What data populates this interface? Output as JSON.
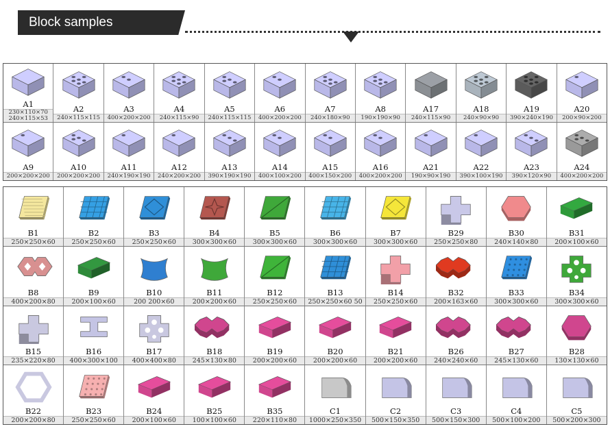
{
  "header": {
    "title": "Block samples"
  },
  "colors": {
    "header_bg": "#2b2b2b",
    "block_lavender": "#b9b8e8",
    "paver_yellow": "#f4e79e",
    "paver_blue": "#2f8fd8",
    "paver_brown": "#b4574f",
    "paver_green": "#3fa83a",
    "paver_magenta": "#d0468e",
    "paver_pink": "#f2aaa8"
  },
  "hollow_blocks": {
    "rows": [
      [
        {
          "code": "A1",
          "size": "230×110×70",
          "size2": "240×115×53",
          "icon": "solid-brick-icon"
        },
        {
          "code": "A2",
          "size": "240×115×115",
          "icon": "multi-hole-brick-icon"
        },
        {
          "code": "A3",
          "size": "400×200×200",
          "icon": "round-hole-block-icon"
        },
        {
          "code": "A4",
          "size": "240×115×90",
          "icon": "six-hole-brick-icon"
        },
        {
          "code": "A5",
          "size": "240×115×115",
          "icon": "perforated-brick-icon"
        },
        {
          "code": "A6",
          "size": "400×200×200",
          "icon": "two-cell-block-icon"
        },
        {
          "code": "A7",
          "size": "240×180×90",
          "icon": "perforated-block-icon"
        },
        {
          "code": "A8",
          "size": "190×190×90",
          "icon": "square-perforated-block-icon"
        },
        {
          "code": "A17",
          "size": "240×115×90",
          "icon": "grey-brick-icon"
        },
        {
          "code": "A18",
          "size": "240×90×90",
          "icon": "grey-hole-brick-icon"
        },
        {
          "code": "A19",
          "size": "390×240×190",
          "icon": "dark-block-icon"
        },
        {
          "code": "A20",
          "size": "200×90×200",
          "icon": "single-cell-block-icon"
        }
      ],
      [
        {
          "code": "A9",
          "size": "200×200×200",
          "icon": "cube-block-icon"
        },
        {
          "code": "A10",
          "size": "200×200×200",
          "icon": "cross-cell-block-icon"
        },
        {
          "code": "A11",
          "size": "240×190×190",
          "icon": "open-block-icon"
        },
        {
          "code": "A12",
          "size": "240×200×200",
          "icon": "angled-block-icon"
        },
        {
          "code": "A13",
          "size": "390×190×190",
          "icon": "long-block-icon"
        },
        {
          "code": "A14",
          "size": "400×100×200",
          "icon": "thin-block-icon"
        },
        {
          "code": "A15",
          "size": "400×150×200",
          "icon": "two-cell-block-icon"
        },
        {
          "code": "A16",
          "size": "400×200×200",
          "icon": "two-cell-block-icon"
        },
        {
          "code": "A21",
          "size": "190×90×190",
          "icon": "narrow-block-icon"
        },
        {
          "code": "A22",
          "size": "390×100×190",
          "icon": "narrow-block-icon"
        },
        {
          "code": "A23",
          "size": "390×120×90",
          "icon": "long-block-icon"
        },
        {
          "code": "A24",
          "size": "400×200×200",
          "icon": "grey-hollow-block-icon"
        }
      ]
    ]
  },
  "pavers": {
    "rows": [
      [
        {
          "code": "B1",
          "size": "250×250×60",
          "icon": "yellow-striped-tile-icon"
        },
        {
          "code": "B2",
          "size": "250×250×60",
          "icon": "blue-pattern-tile-icon"
        },
        {
          "code": "B3",
          "size": "250×250×60",
          "icon": "blue-diamond-tile-icon"
        },
        {
          "code": "B4",
          "size": "300×300×60",
          "icon": "brown-star-tile-icon"
        },
        {
          "code": "B5",
          "size": "300×300×60",
          "icon": "green-tile-icon"
        },
        {
          "code": "B6",
          "size": "300×300×60",
          "icon": "blue-fan-tile-icon"
        },
        {
          "code": "B7",
          "size": "300×300×60",
          "icon": "yellow-tile-icon"
        },
        {
          "code": "B29",
          "size": "250×250×80",
          "icon": "cross-paver-icon"
        },
        {
          "code": "B30",
          "size": "240×140×80",
          "icon": "pink-hex-paver-icon"
        },
        {
          "code": "B31",
          "size": "200×100×60",
          "icon": "green-brick-paver-icon"
        }
      ],
      [
        {
          "code": "B8",
          "size": "400×200×80",
          "icon": "double-ring-paver-icon"
        },
        {
          "code": "B9",
          "size": "200×100×60",
          "icon": "green-curb-icon"
        },
        {
          "code": "B10",
          "size": "200 200×60",
          "icon": "blue-curved-paver-icon"
        },
        {
          "code": "B11",
          "size": "200×200×60",
          "icon": "green-curved-paver-icon"
        },
        {
          "code": "B12",
          "size": "250×250×60",
          "icon": "green-diagonal-tile-icon"
        },
        {
          "code": "B13",
          "size": "250×250×60 50",
          "icon": "blue-mesh-tile-icon"
        },
        {
          "code": "B14",
          "size": "250×250×60",
          "icon": "pink-cross-paver-icon"
        },
        {
          "code": "B32",
          "size": "200×163×60",
          "icon": "red-zigzag-paver-icon"
        },
        {
          "code": "B33",
          "size": "300×300×60",
          "icon": "blue-dot-tile-icon"
        },
        {
          "code": "B34",
          "size": "300×300×60",
          "icon": "green-grass-paver-icon"
        }
      ],
      [
        {
          "code": "B15",
          "size": "235×220×80",
          "icon": "grey-interlock-paver-icon"
        },
        {
          "code": "B16",
          "size": "400×300×100",
          "icon": "i-shape-paver-icon"
        },
        {
          "code": "B17",
          "size": "400×400×80",
          "icon": "grass-paver-icon"
        },
        {
          "code": "B18",
          "size": "245×130×80",
          "icon": "wave-paver-icon"
        },
        {
          "code": "B19",
          "size": "200×200×60",
          "icon": "magenta-tile-icon"
        },
        {
          "code": "B20",
          "size": "200×200×60",
          "icon": "magenta-tile-icon"
        },
        {
          "code": "B21",
          "size": "200×200×60",
          "icon": "magenta-dot-tile-icon"
        },
        {
          "code": "B26",
          "size": "240×240×60",
          "icon": "magenta-y-paver-icon"
        },
        {
          "code": "B27",
          "size": "245×130×60",
          "icon": "magenta-zigzag-paver-icon"
        },
        {
          "code": "B28",
          "size": "130×130×60",
          "icon": "magenta-hex-paver-icon"
        }
      ],
      [
        {
          "code": "B22",
          "size": "200×200×80",
          "icon": "hexagon-ring-paver-icon"
        },
        {
          "code": "B23",
          "size": "250×250×60",
          "icon": "pink-tactile-tile-icon"
        },
        {
          "code": "B24",
          "size": "200×100×60",
          "icon": "magenta-studded-brick-icon"
        },
        {
          "code": "B25",
          "size": "100×100×60",
          "icon": "magenta-cube-paver-icon"
        },
        {
          "code": "B35",
          "size": "220×110×80",
          "icon": "magenta-brick-paver-icon"
        },
        {
          "code": "C1",
          "size": "1000×250×350",
          "icon": "grey-curb-icon"
        },
        {
          "code": "C2",
          "size": "500×150×350",
          "icon": "lavender-curb-icon"
        },
        {
          "code": "C3",
          "size": "500×150×300",
          "icon": "lavender-curb-icon"
        },
        {
          "code": "C4",
          "size": "500×100×200",
          "icon": "lavender-curb-icon"
        },
        {
          "code": "C5",
          "size": "500×200×300",
          "icon": "lavender-curb-icon"
        }
      ]
    ]
  }
}
